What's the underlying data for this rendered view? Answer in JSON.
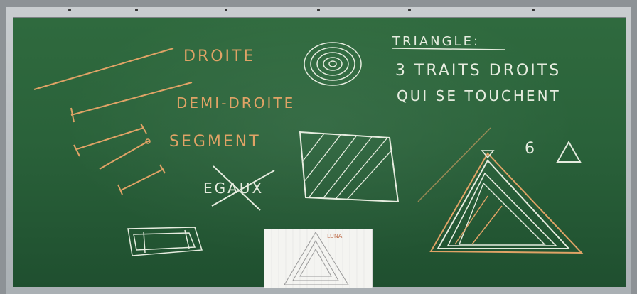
{
  "board": {
    "label_line": "DROITE",
    "label_ray": "DEMI-DROITE",
    "label_segment": "SEGMENT",
    "label_equal": "EGAUX",
    "title_triangle": "TRIANGLE:",
    "def_line1": "3 TRAITS DROITS",
    "def_line2": "QUI SE TOUCHENT",
    "count_label": "6",
    "paper_label": "LUNA"
  },
  "colors": {
    "board": "#2b643b",
    "chalk_orange": "#e0a366",
    "chalk_white": "#e6ecdf"
  }
}
